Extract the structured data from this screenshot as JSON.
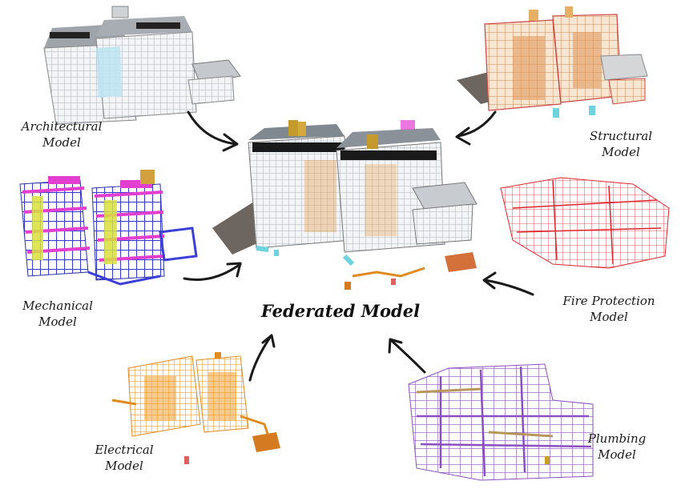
{
  "center": {
    "title": "Federated Model"
  },
  "models": [
    {
      "id": "architectural",
      "line1": "Architectural",
      "line2": "Model"
    },
    {
      "id": "structural",
      "line1": "Structural",
      "line2": "Model"
    },
    {
      "id": "mechanical",
      "line1": "Mechanical",
      "line2": "Model"
    },
    {
      "id": "fire-protection",
      "line1": "Fire Protection",
      "line2": "Model"
    },
    {
      "id": "electrical",
      "line1": "Electrical",
      "line2": "Model"
    },
    {
      "id": "plumbing",
      "line1": "Plumbing",
      "line2": "Model"
    }
  ],
  "colors": {
    "architectural": "#d9dcdf",
    "structural": "#e8b07a",
    "mechanical": "#3b3fd6",
    "mechanical_accent": "#e23fd0",
    "mechanical_accent2": "#d8e23a",
    "fire_protection": "#e0242c",
    "electrical": "#f0a030",
    "plumbing": "#8a4fc0",
    "arrow": "#1a1a1a"
  }
}
